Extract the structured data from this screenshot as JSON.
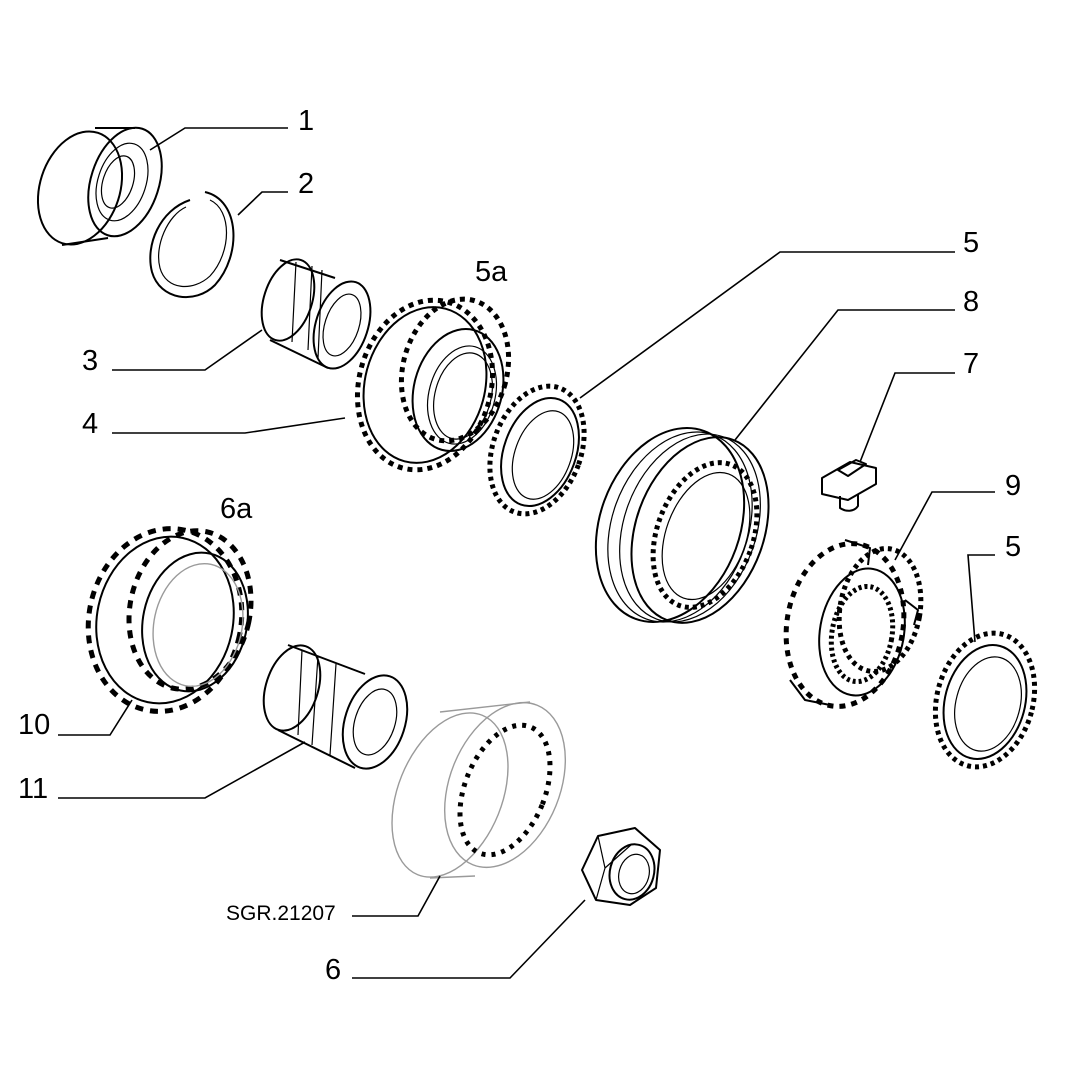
{
  "callouts": {
    "c1": "1",
    "c2": "2",
    "c3": "3",
    "c4": "4",
    "c5_upper": "5",
    "c5a": "5a",
    "c5_lower": "5",
    "c6": "6",
    "c6a": "6a",
    "c7": "7",
    "c8": "8",
    "c9": "9",
    "c10": "10",
    "c11": "11"
  },
  "reference_code": "SGR.21207"
}
